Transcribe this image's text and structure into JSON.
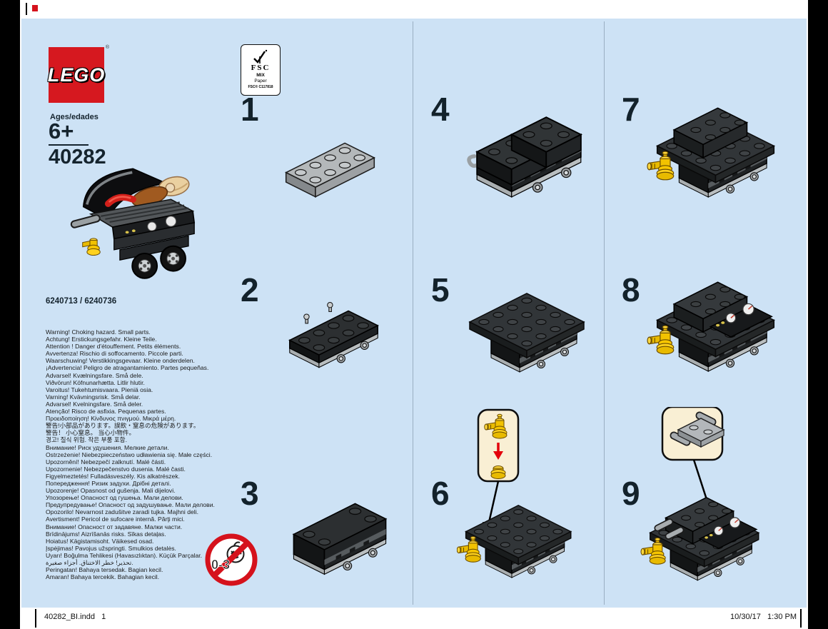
{
  "colors": {
    "sheet_blue": "#cde2f5",
    "lego_red": "#d6181f",
    "warning_red": "#d5121c",
    "accent_yellow": "#f7c600",
    "ink": "#15242e"
  },
  "brand": {
    "logo": "LEGO",
    "trademark": "®"
  },
  "info": {
    "ages_label": "Ages/edades",
    "age": "6+",
    "set_number": "40282",
    "element_ids": "6240713 / 6240736"
  },
  "fsc": {
    "name": "FSC",
    "mix": "MIX",
    "paper": "Paper",
    "license": "FSC® C117818"
  },
  "age_mark": "0-3",
  "steps": [
    {
      "number": "1"
    },
    {
      "number": "2"
    },
    {
      "number": "3"
    },
    {
      "number": "4"
    },
    {
      "number": "5"
    },
    {
      "number": "6"
    },
    {
      "number": "7"
    },
    {
      "number": "8"
    },
    {
      "number": "9"
    }
  ],
  "warning_block": {
    "lines": [
      "Warning! Choking hazard. Small parts.",
      "Achtung! Erstickungsgefahr. Kleine Teile.",
      "Attention ! Danger d'étouffement. Petits éléments.",
      "Avvertenza! Rischio di soffocamento. Piccole parti.",
      "Waarschuwing! Verstikkingsgevaar. Kleine onderdelen.",
      "¡Advertencia! Peligro de atragantamiento. Partes pequeñas.",
      "Advarsel! Kvælningsfare. Små dele.",
      "Viðvörun! Köfnunarhætta. Litlir hlutir.",
      "Varoitus! Tukehtumisvaara. Pieniä osia.",
      "Varning! Kvävningsrisk. Små delar.",
      "Advarsel! Kvelningsfare. Små deler.",
      "Atenção! Risco de asfixia. Pequenas partes.",
      "Προειδοποίηση! Κίνδυνος πνιγμού. Μικρά μέρη.",
      "警告!小部品があります。誤飲・窒息の危険があります。",
      "警告！ 小心窒息。 当心小物件。",
      "경고! 질식 위험. 작은 부품 포함.",
      "Внимание! Риск удушения. Мелкие детали.",
      "Ostrzeżenie! Niebezpieczeństwo udławienia się. Małe części.",
      "Upozornění! Nebezpečí zalknutí. Malé části.",
      "Upozornenie! Nebezpečenstvo dusenia. Malé časti.",
      "Figyelmeztetés! Fulladásveszély. Kis alkatrészek.",
      "Попередження! Ризик задухи. Дрібні деталі.",
      "Upozorenje! Opasnost od gušenja. Mali dijelovi.",
      "Упозорење! Опасност од гушења. Мали делови.",
      "Предупредување! Опасност од задушување. Мали делови.",
      "Opozorilo! Nevarnost zadušitve zaradi tujka. Majhni deli.",
      "Avertisment! Pericol de sufocare internă. Părţi mici.",
      "Внимание! Опасност от задавяне. Малки части.",
      "Brīdinājums! Aizrīšanās risks. Sīkas detaļas.",
      "Hoiatus! Kägistamisoht. Väikesed osad.",
      "Įspėjimas! Pavojus užspringti. Smulkios detalės.",
      "Uyarı! Boğulma Tehlikesi (Havasızlıktan). Küçük Parçalar.",
      "تحذير! خطر الاختناق. أجزاء صغيرة.",
      "Peringatan! Bahaya tersedak. Bagian kecil.",
      "Amaran! Bahaya tercekik. Bahagian kecil."
    ]
  },
  "footer": {
    "left": "40282_BI.indd   1",
    "right": "10/30/17   1:30 PM"
  }
}
